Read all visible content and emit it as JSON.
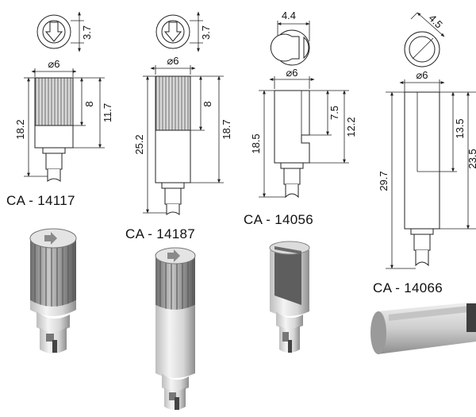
{
  "parts": [
    {
      "code": "CA - 14117",
      "top_dim": "3.7",
      "diameter": "⌀6",
      "dims": {
        "d1": "8",
        "d2": "11.7",
        "d3": "18.2"
      }
    },
    {
      "code": "CA - 14187",
      "top_dim": "3.7",
      "diameter": "⌀6",
      "dims": {
        "d1": "8",
        "d2": "18.7",
        "d3": "25.2"
      }
    },
    {
      "code": "CA - 14056",
      "top_dim": "4.4",
      "diameter": "⌀6",
      "dims": {
        "d1": "7.5",
        "d2": "12.2",
        "d3": "18.5"
      }
    },
    {
      "code": "CA - 14066",
      "top_dim": "4.5",
      "diameter": "⌀6",
      "dims": {
        "d1": "13.5",
        "d2": "23.5",
        "d3": "29.7"
      }
    }
  ],
  "colors": {
    "line": "#222222",
    "knurl": "#8a8a8a",
    "render_light": "#e6e6e6",
    "render_dark": "#7a7a7a"
  }
}
